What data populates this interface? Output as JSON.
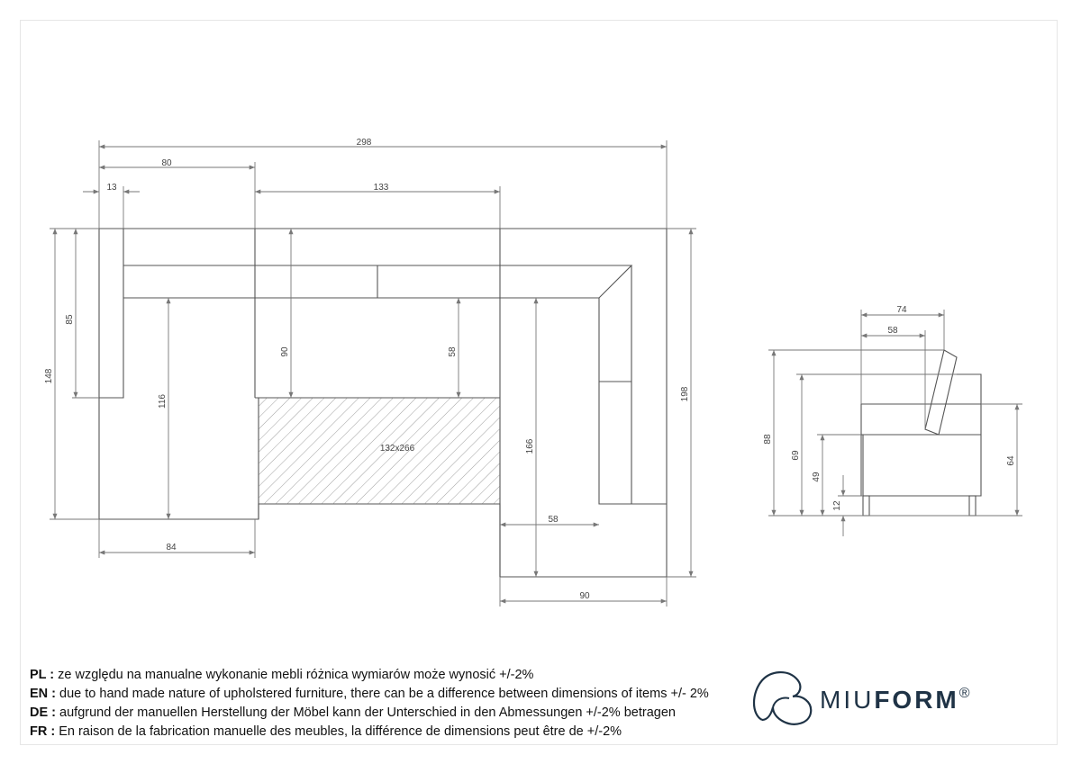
{
  "dimensions": {
    "total_width": "298",
    "left_arm_width": "80",
    "arm_thickness": "13",
    "middle_width": "133",
    "left_height": "148",
    "arm_depth": "85",
    "middle_depth": "90",
    "chaise_length": "116",
    "seat_depth_right": "58",
    "right_seat_length": "166",
    "right_height": "198",
    "bed_size": "132x266",
    "left_bottom_width": "84",
    "right_inner_width": "58",
    "right_bottom_width": "90"
  },
  "side_view": {
    "depth_total": "74",
    "seat_depth": "58",
    "height_total": "88",
    "arm_height": "69",
    "seat_height": "49",
    "leg_height": "12",
    "side_height": "64"
  },
  "notes": [
    {
      "lang": "PL :",
      "text": "ze względu na manualne wykonanie mebli różnica wymiarów może wynosić +/-2%"
    },
    {
      "lang": "EN :",
      "text": "due to hand made nature of upholstered furniture, there can be a difference between dimensions of items +/- 2%"
    },
    {
      "lang": "DE :",
      "text": "aufgrund der manuellen Herstellung der Möbel kann der Unterschied in den Abmessungen +/-2% betragen"
    },
    {
      "lang": "FR :",
      "text": "En raison de la fabrication manuelle des meubles, la différence de dimensions peut être de +/-2%"
    }
  ],
  "brand": {
    "name_light": "MIU",
    "name_bold": "FORM",
    "mark": "®"
  }
}
